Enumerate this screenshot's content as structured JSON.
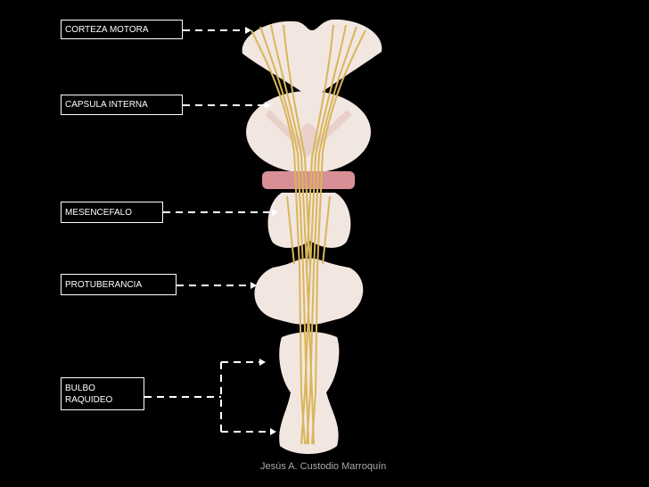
{
  "labels": {
    "corteza_motora": "CORTEZA MOTORA",
    "capsula_interna": "CAPSULA INTERNA",
    "mesencefalo": "MESENCEFALO",
    "protuberancia": "PROTUBERANCIA",
    "bulbo_raquideo": "BULBO RAQUIDEO"
  },
  "credit": "Jesús A. Custodio Marroquín",
  "colors": {
    "background": "#000000",
    "tissue": "#f2e6e1",
    "tissue_shade": "#e9d1ca",
    "fibers": "#d9b65a",
    "band": "#d98f96",
    "arrows": "#ffffff"
  }
}
